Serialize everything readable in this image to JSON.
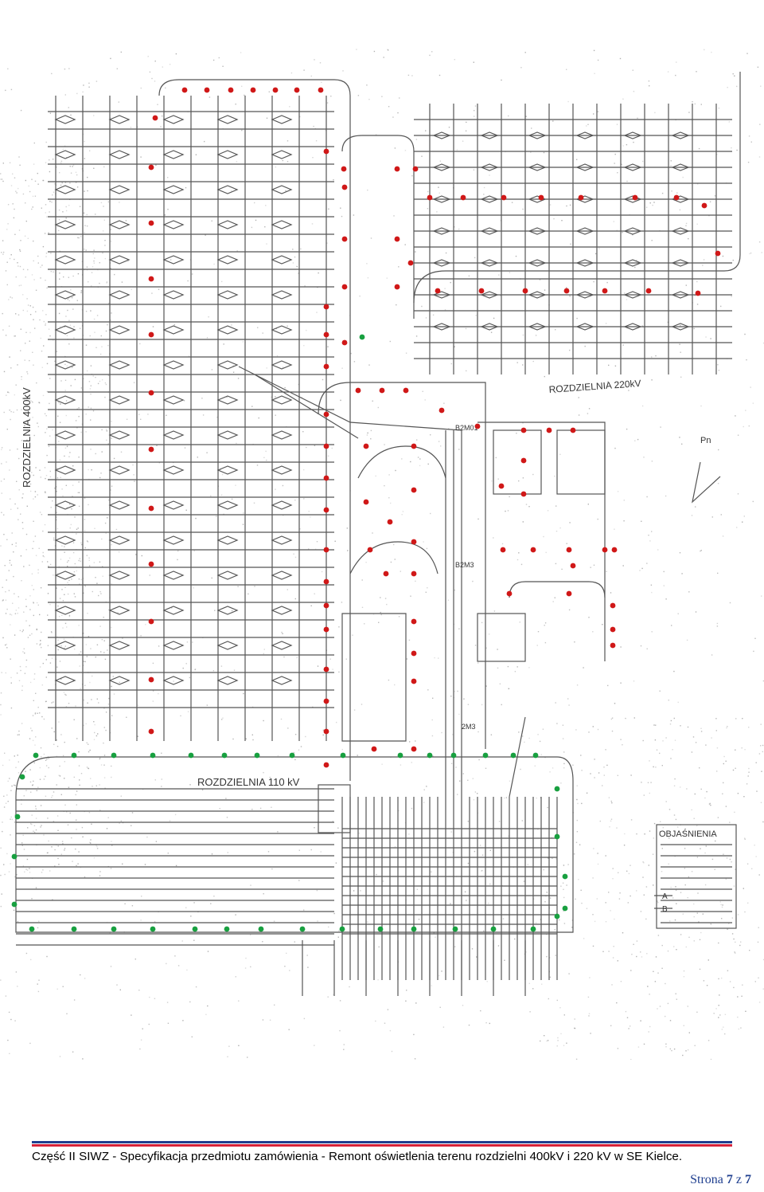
{
  "drawing": {
    "labels": {
      "switchyard_400": "ROZDZIELNIA 400kV",
      "switchyard_220": "ROZDZIELNIA 220kV",
      "switchyard_110": "ROZDZIELNIA 110 kV",
      "north": "Pn",
      "legend_title": "OBJAŚNIENIA",
      "legend_a": "A",
      "legend_b": "B",
      "busbar_2m3": "2M3",
      "busbar_b2m3": "B2M3",
      "busbar_b2m01": "B2M01"
    },
    "colors": {
      "lamp_existing": "#d01818",
      "lamp_new": "#18a040",
      "ink": "#555555",
      "speckle": "#9a9a9a"
    }
  },
  "footer": {
    "title": "Część II SIWZ - Specyfikacja przedmiotu zamówienia -  Remont oświetlenia terenu rozdzielni 400kV i 220 kV w SE Kielce.",
    "page_prefix": "Strona ",
    "page_number": "7",
    "page_separator": " z ",
    "page_total": "7",
    "colors": {
      "rule_top": "#1f3f8f",
      "rule_bottom": "#d6233a",
      "page_text": "#1f3f8f"
    }
  }
}
